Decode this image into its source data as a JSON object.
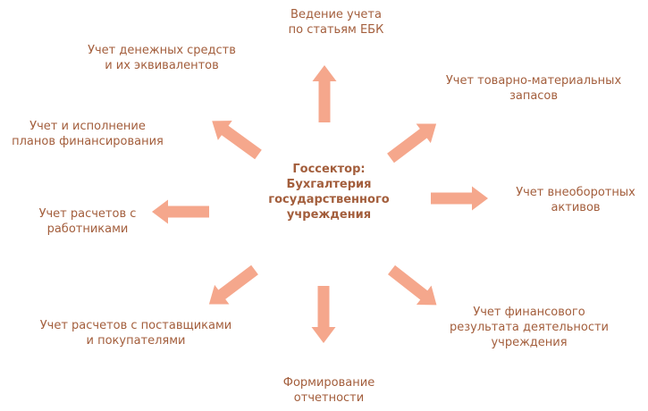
{
  "colors": {
    "arrow": "#F5A78C",
    "text": "#A35E3C"
  },
  "center": {
    "text": "Госсектор:\nБухгалтерия\nгосударственного\nучреждения"
  },
  "nodes": {
    "top": {
      "text": "Ведение учета\nпо статьям ЕБК"
    },
    "top_left": {
      "text": "Учет денежных средств\nи их эквивалентов"
    },
    "left_upper": {
      "text": "Учет и исполнение\nпланов финансирования"
    },
    "left": {
      "text": "Учет расчетов с\nработниками"
    },
    "bottom_left": {
      "text": "Учет расчетов с поставщиками\nи покупателями"
    },
    "bottom": {
      "text": "Формирование\nотчетности"
    },
    "bottom_right": {
      "text": "Учет финансового\nрезультата деятельности\nучреждения"
    },
    "right": {
      "text": "Учет внеоборотных\nактивов"
    },
    "top_right": {
      "text": "Учет товарно-материальных\nзапасов"
    }
  },
  "arrows": {
    "directions": [
      "up",
      "up-left",
      "left",
      "down-left",
      "down",
      "down-right",
      "right",
      "up-right"
    ]
  }
}
